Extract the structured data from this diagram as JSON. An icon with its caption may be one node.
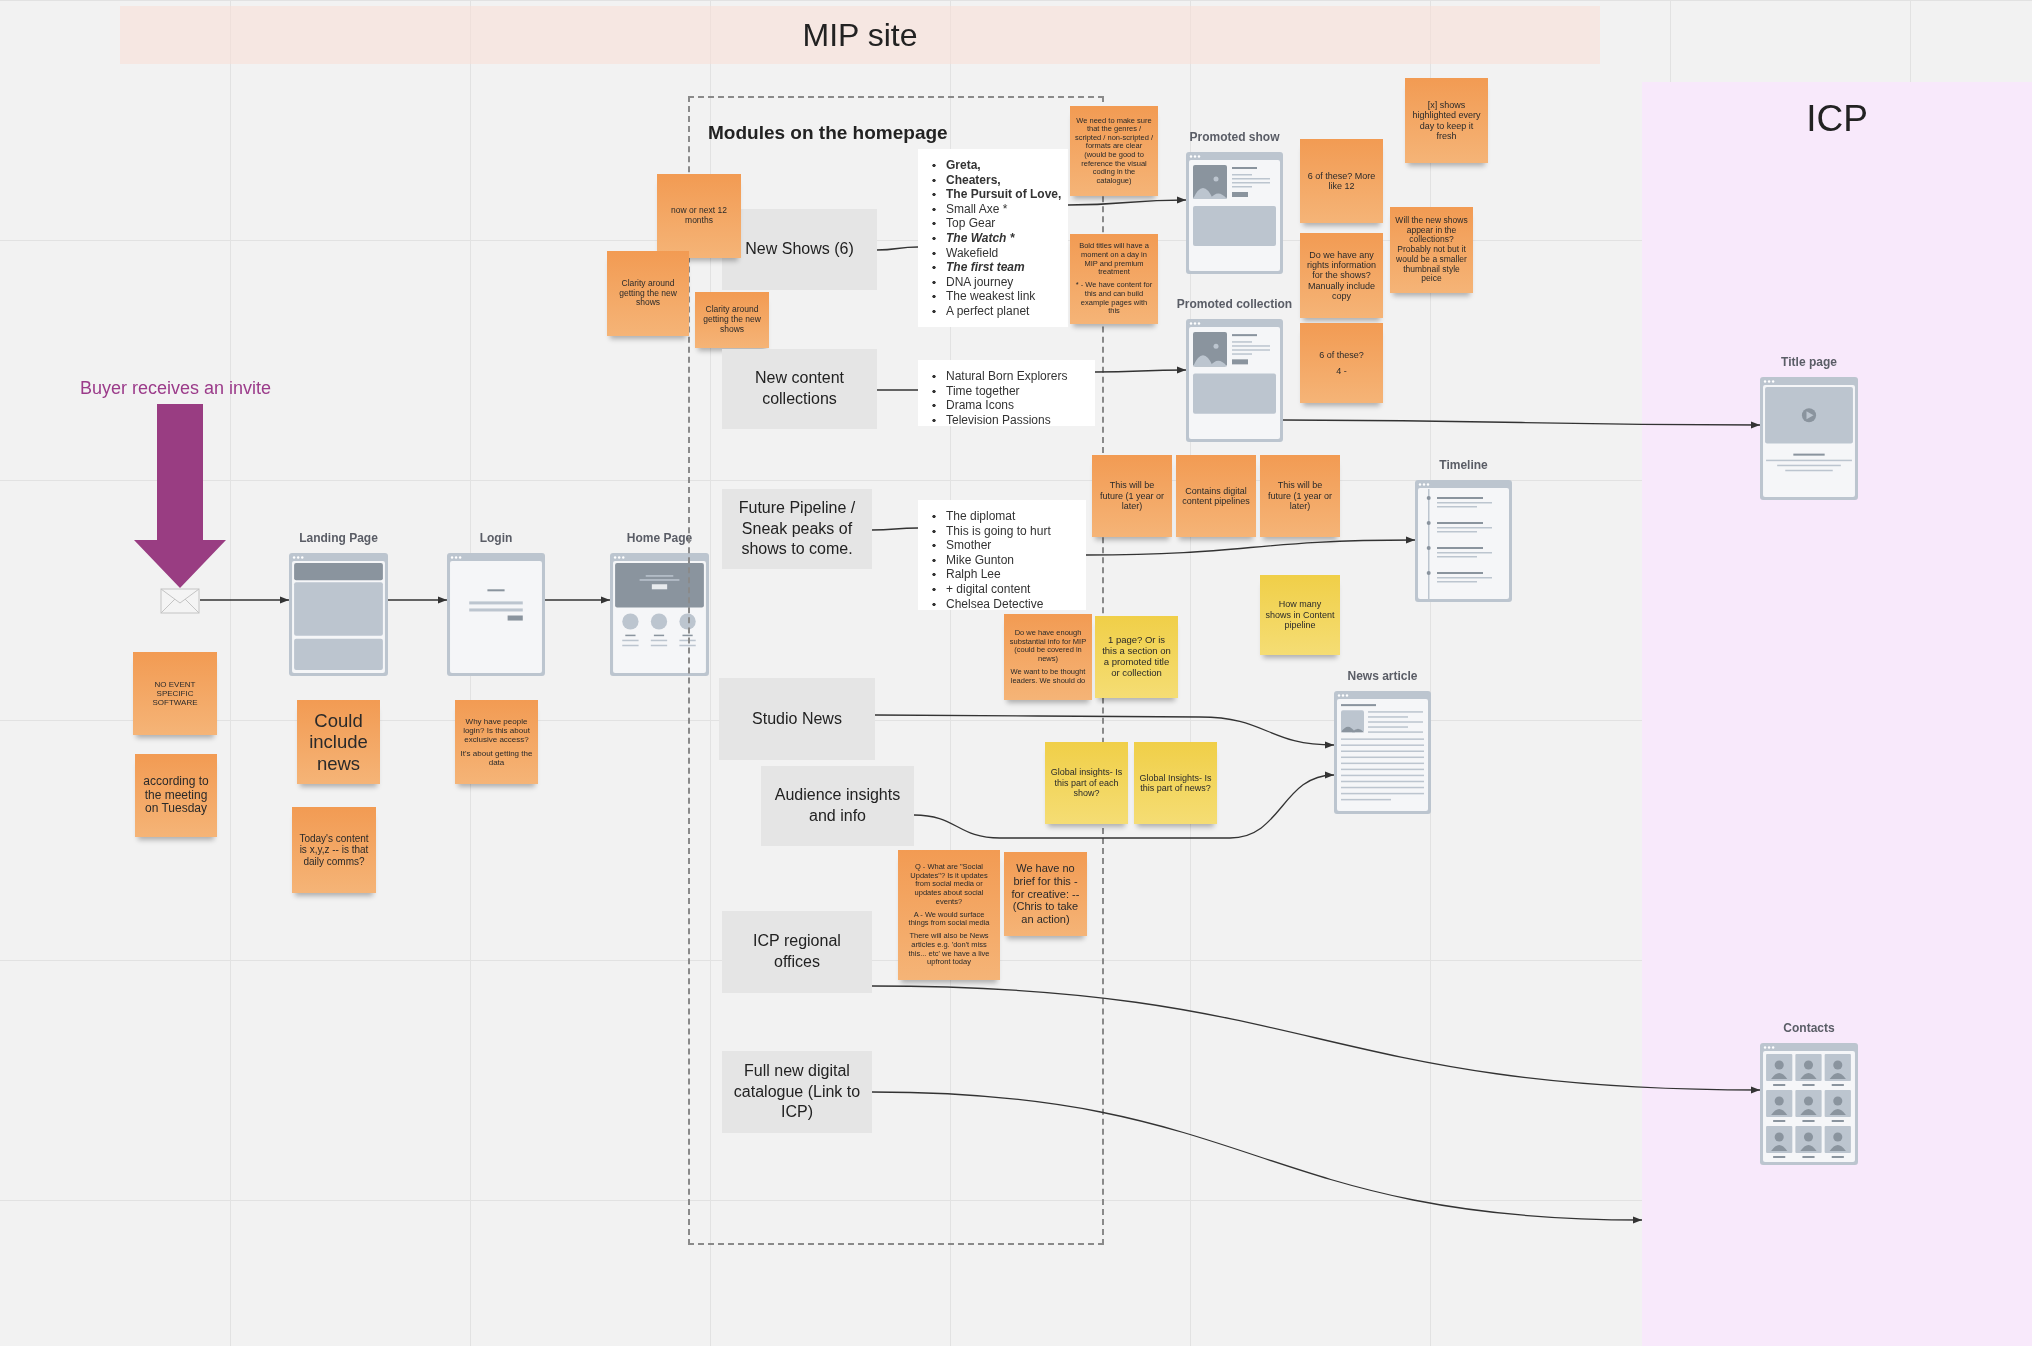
{
  "diagram": {
    "nodes": [
      {
        "text": [
          "MIP site"
        ]
      },
      {
        "text": [
          "Buyer receives an invite"
        ]
      },
      {
        "text": [],
        "shape": "envelope"
      },
      {
        "text": [
          "Landing Page"
        ]
      },
      {
        "text": [
          "Login"
        ]
      },
      {
        "text": [
          "Home Page"
        ]
      },
      {
        "text": [
          "NO EVENT SPECIFIC SOFTWARE"
        ]
      },
      {
        "text": [
          "according to the meeting on Tuesday"
        ]
      },
      {
        "text": [
          "Could include news"
        ]
      },
      {
        "text": [
          "Today's content is x,y,z -- is that daily comms?"
        ]
      },
      {
        "text": [
          "Why have people login? Is this about exclusive access?",
          "It's about getting the data"
        ]
      },
      {
        "text": [
          "Modules on the homepage"
        ]
      },
      {
        "text": [
          "now or next 12 months"
        ]
      },
      {
        "text": [
          "Clarity around getting the new shows"
        ]
      },
      {
        "text": [
          "New Shows (6)"
        ],
        "in": 11
      },
      {
        "text": [
          "Clarity around getting the new shows"
        ],
        "in": 11
      },
      {
        "text": [
          "Greta,",
          "Cheaters,",
          "The Pursuit of Love,",
          "Small Axe *",
          "Top Gear",
          "The Watch *",
          "Wakefield",
          "The first team",
          "DNA journey",
          "The weakest link",
          "A perfect planet"
        ],
        "in": 11
      },
      {
        "text": [
          "New content collections"
        ],
        "in": 11
      },
      {
        "text": [
          "Natural Born Explorers",
          "Time together",
          "Drama Icons",
          "Television Passions"
        ],
        "in": 11
      },
      {
        "text": [
          "Future Pipeline / Sneak peaks of shows to come."
        ],
        "in": 11
      },
      {
        "text": [
          "The diplomat",
          "This is going to hurt",
          "Smother",
          "Mike Gunton",
          "Ralph Lee",
          "+ digital content",
          "Chelsea Detective"
        ],
        "in": 11
      },
      {
        "text": [
          "Studio News"
        ],
        "in": 11
      },
      {
        "text": [
          "Audience insights and info"
        ],
        "in": 11
      },
      {
        "text": [
          "ICP regional offices"
        ],
        "in": 11
      },
      {
        "text": [
          "Full new digital catalogue (Link to ICP)"
        ],
        "in": 11
      },
      {
        "text": [
          "We need to make sure that the genres / scripted / non-scripted / formats are clear (would be good to reference the visual coding in the catalogue)"
        ]
      },
      {
        "text": [
          "Bold titles will have a moment on a day in MIP and premium treatment",
          "* - We have content for this and can build example pages with this"
        ]
      },
      {
        "text": [
          "Promoted show"
        ]
      },
      {
        "text": [
          "Promoted collection"
        ]
      },
      {
        "text": [
          "6 of these? More like 12"
        ]
      },
      {
        "text": [
          "Do we have any rights information for the shows? Manually include copy"
        ]
      },
      {
        "text": [
          "[x] shows highlighted every day to keep it fresh"
        ]
      },
      {
        "text": [
          "Will the new shows appear in the collections? Probably not but it would be a smaller thumbnail style peice"
        ]
      },
      {
        "text": [
          "6 of these?",
          "4 -"
        ]
      },
      {
        "text": [
          "This will be future (1 year or later)"
        ]
      },
      {
        "text": [
          "Contains digital content pipelines"
        ]
      },
      {
        "text": [
          "This will be future (1 year or later)"
        ]
      },
      {
        "text": [
          "How many shows in Content pipeline"
        ]
      },
      {
        "text": [
          "Timeline"
        ]
      },
      {
        "text": [
          "Do we have enough substantial info for MIP (could be covered in news)",
          "We want to be thought leaders. We should do"
        ],
        "in": 11
      },
      {
        "text": [
          "1 page? Or is this a section on a promoted title or collection"
        ]
      },
      {
        "text": [
          "Global insights- Is this part of each show?"
        ]
      },
      {
        "text": [
          "Global Insights- Is this part of news?"
        ]
      },
      {
        "text": [
          "News article"
        ]
      },
      {
        "text": [
          "Q - What are \"Social Updates\"? Is it updates from social media or updates about social events?",
          "A - We would surface things from social media",
          "There will also be News articles e.g. 'don't miss this... etc' we have a live upfront today"
        ],
        "in": 11
      },
      {
        "text": [
          "We have no brief for this - for creative: -- (Chris to take an action)"
        ],
        "in": 11
      },
      {
        "text": [
          "ICP"
        ]
      },
      {
        "text": [
          "Title page"
        ],
        "in": 46
      },
      {
        "text": [
          "Contacts"
        ],
        "in": 46
      }
    ],
    "edges": [
      {
        "from": 1,
        "to": 2,
        "arrow": "to",
        "style": "thick",
        "color": "#993d82"
      },
      {
        "from": 2,
        "to": 3,
        "arrow": "to"
      },
      {
        "from": 3,
        "to": 4,
        "arrow": "to"
      },
      {
        "from": 4,
        "to": 5,
        "arrow": "to"
      },
      {
        "from": 14,
        "to": 16,
        "arrow": "none"
      },
      {
        "from": 16,
        "to": 27,
        "arrow": "to"
      },
      {
        "from": 17,
        "to": 18,
        "arrow": "none"
      },
      {
        "from": 18,
        "to": 28,
        "arrow": "to"
      },
      {
        "from": 28,
        "to": 47,
        "arrow": "to"
      },
      {
        "from": 19,
        "to": 20,
        "arrow": "none"
      },
      {
        "from": 20,
        "to": 38,
        "arrow": "to"
      },
      {
        "from": 21,
        "to": 43,
        "arrow": "to"
      },
      {
        "from": 22,
        "to": 43,
        "arrow": "to"
      },
      {
        "from": 23,
        "to": 48,
        "arrow": "to"
      },
      {
        "from": 24,
        "to": 46,
        "arrow": "to"
      }
    ]
  }
}
